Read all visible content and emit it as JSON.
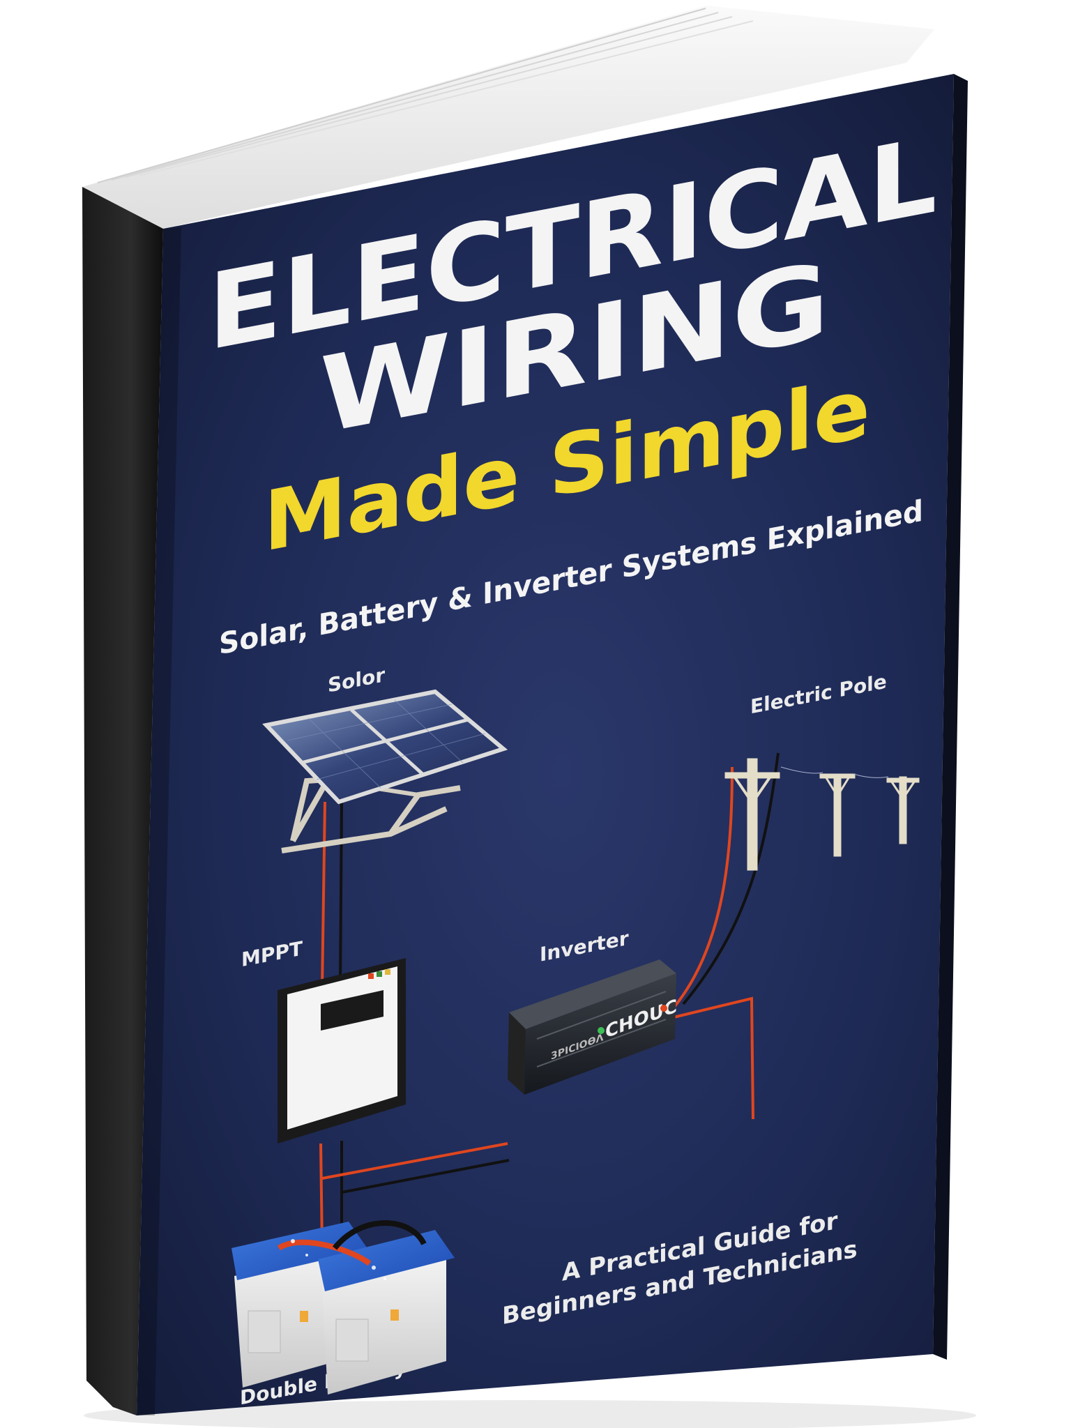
{
  "cover": {
    "title_line1": "ELECTRICAL",
    "title_line2": "WIRING",
    "title_line3": "Made Simple",
    "subtitle": "Solar, Battery & Inverter Systems Explained",
    "tagline_line1": "A Practical Guide for",
    "tagline_line2": "Beginners and Technicians"
  },
  "diagram": {
    "label_solar": "Solor",
    "label_pole": "Electric Pole",
    "label_mppt": "MPPT",
    "label_inverter": "Inverter",
    "label_battery": "Double Battery",
    "inverter_brand": "CHOUC",
    "inverter_side_text": "3PICIOѲɅ"
  },
  "colors": {
    "cover_bg": "#1d2852",
    "title_white": "#f4f4f4",
    "title_yellow": "#f2d72c",
    "wire_red": "#e0461f",
    "wire_black": "#111111"
  }
}
